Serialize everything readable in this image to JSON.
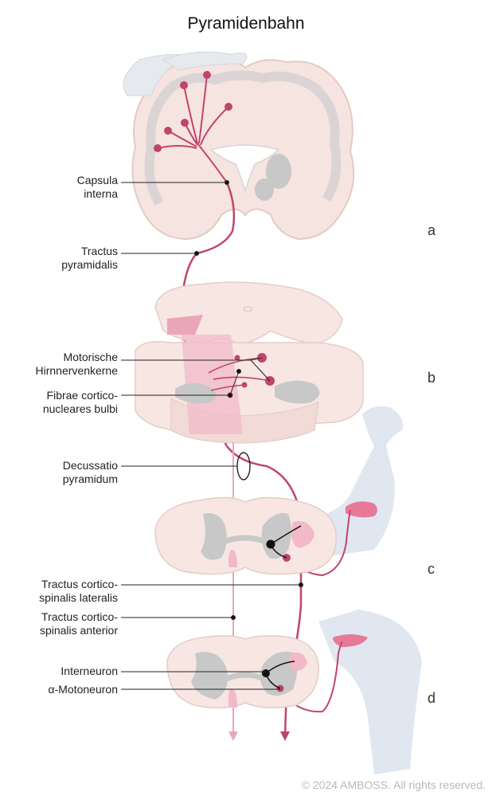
{
  "title": "Pyramidenbahn",
  "labels": {
    "capsula": [
      "Capsula",
      "interna"
    ],
    "tractus_pyr": [
      "Tractus",
      "pyramidalis"
    ],
    "motorische": [
      "Motorische",
      "Hirnnervenkerne"
    ],
    "fibrae": [
      "Fibrae cortico-",
      "nucleares bulbi"
    ],
    "decussatio": [
      "Decussatio",
      "pyramidum"
    ],
    "lateralis": [
      "Tractus  cortico-",
      "spinalis lateralis"
    ],
    "anterior": [
      "Tractus  cortico-",
      "spinalis anterior"
    ],
    "interneuron": "Interneuron",
    "motoneuron": "α-Motoneuron"
  },
  "letters": {
    "a": "a",
    "b": "b",
    "c": "c",
    "d": "d"
  },
  "copyright": "© 2024 AMBOSS. All rights reserved.",
  "colors": {
    "tract": "#c0456a",
    "tract_light": "#e9a6ba",
    "tissue": "#f7e6e2",
    "tissue_edge": "#e3cdc8",
    "grey_matter": "#c8c8c8",
    "limb": "#dde4ef",
    "muscle": "#e87a99"
  }
}
